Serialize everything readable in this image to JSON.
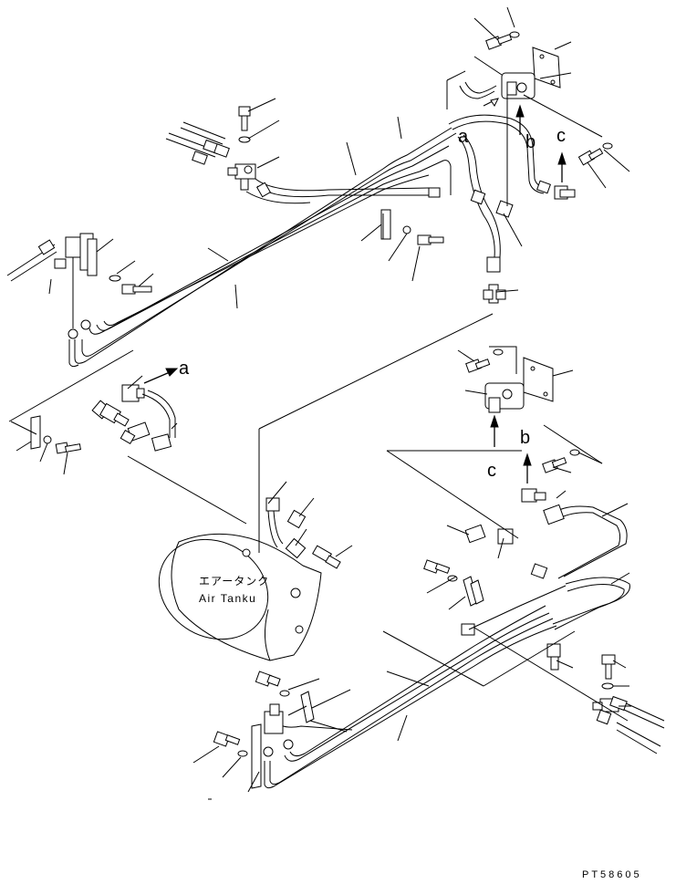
{
  "diagram": {
    "drawing_number": "PT58605",
    "air_tank": {
      "label_jp": "エアータンク",
      "label_en": "Air Tanku"
    },
    "refs": {
      "a": "a",
      "b": "b",
      "c": "c"
    }
  }
}
